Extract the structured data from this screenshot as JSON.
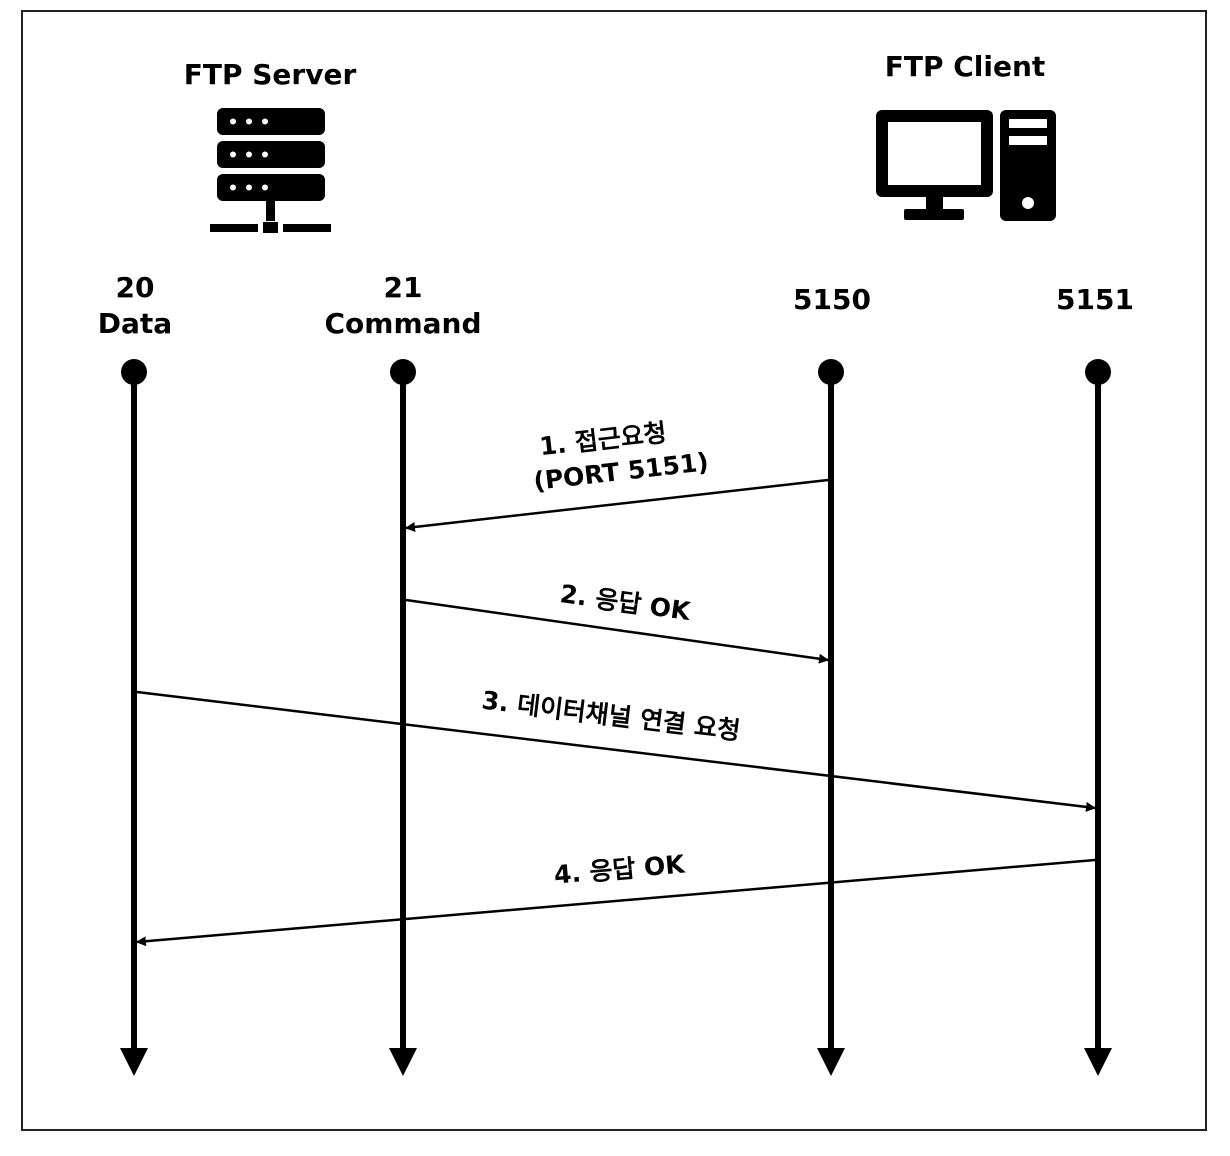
{
  "server": {
    "title": "FTP Server",
    "icon": "server-rack-icon"
  },
  "client": {
    "title": "FTP Client",
    "icon": "desktop-computer-icon"
  },
  "ports": [
    {
      "number": "20",
      "name": "Data"
    },
    {
      "number": "21",
      "name": "Command"
    },
    {
      "number": "5150",
      "name": ""
    },
    {
      "number": "5151",
      "name": ""
    }
  ],
  "messages": [
    {
      "line1": "1. 접근요청",
      "line2": "(PORT 5151)",
      "from": "5150",
      "to": "21"
    },
    {
      "line1": "2. 응답 OK",
      "line2": "",
      "from": "21",
      "to": "5150"
    },
    {
      "line1": "3. 데이터채널 연결 요청",
      "line2": "",
      "from": "20",
      "to": "5151"
    },
    {
      "line1": "4. 응답 OK",
      "line2": "",
      "from": "5151",
      "to": "20"
    }
  ],
  "colors": {
    "line": "#000000",
    "background": "#ffffff",
    "border": "#222222"
  }
}
